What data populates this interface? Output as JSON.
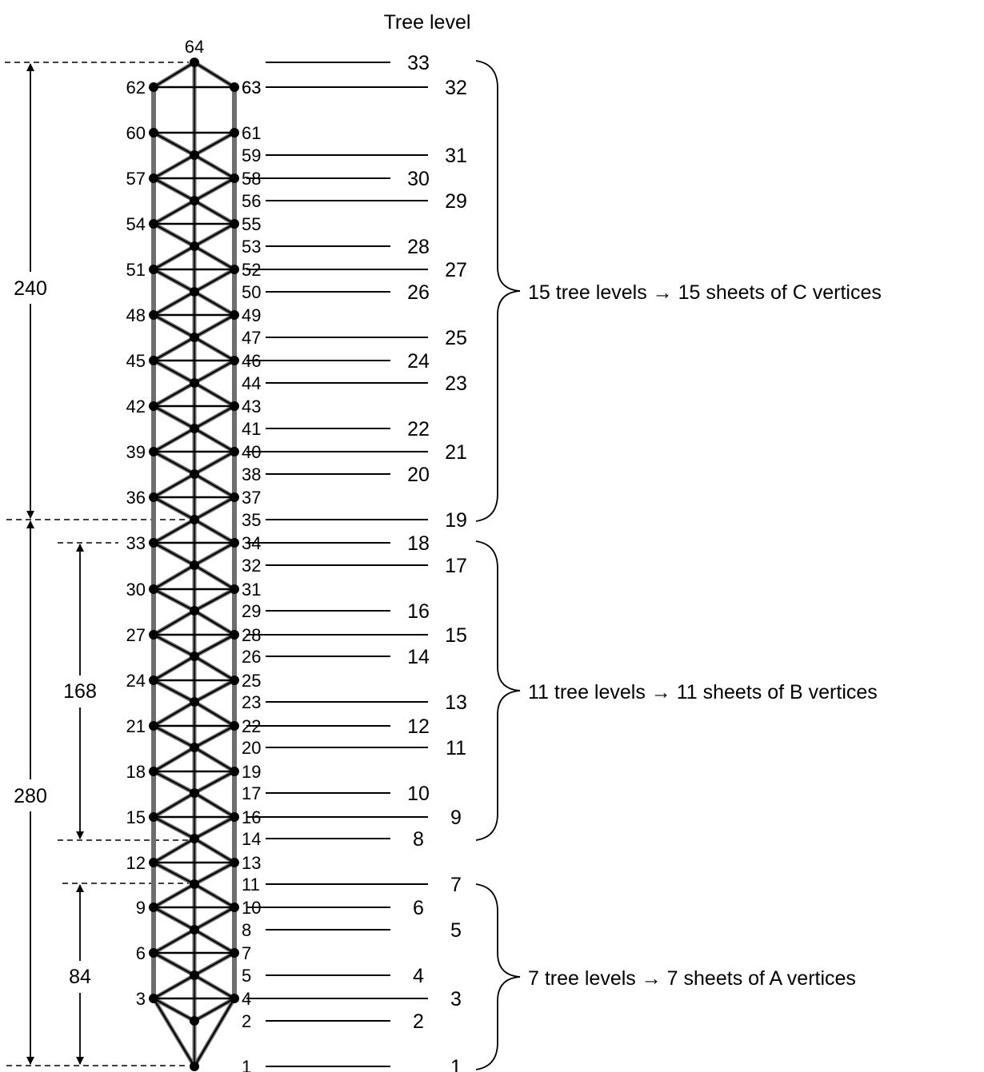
{
  "header": {
    "title": "Tree level"
  },
  "dimensions": {
    "d240": "240",
    "d280": "280",
    "d168": "168",
    "d84": "84"
  },
  "brace_labels": {
    "c": "15 tree levels → 15 sheets of C vertices",
    "b": "11 tree levels → 11 sheets of B vertices",
    "a": "7 tree levels → 7 sheets of A vertices"
  },
  "left_vertices": [
    "3",
    "6",
    "9",
    "12",
    "15",
    "18",
    "21",
    "24",
    "27",
    "30",
    "33",
    "36",
    "39",
    "42",
    "45",
    "48",
    "51",
    "54",
    "57",
    "60",
    "62"
  ],
  "right_vertices": [
    "4",
    "7",
    "10",
    "13",
    "16",
    "19",
    "22",
    "25",
    "28",
    "31",
    "34",
    "37",
    "40",
    "43",
    "46",
    "49",
    "52",
    "55",
    "58",
    "61",
    "63"
  ],
  "middle_vertices": [
    "1",
    "2",
    "5",
    "8",
    "11",
    "14",
    "17",
    "20",
    "23",
    "26",
    "29",
    "32",
    "35",
    "38",
    "41",
    "44",
    "47",
    "50",
    "53",
    "56",
    "59"
  ],
  "top_vertex": "64",
  "level_rows": [
    {
      "vertex": "1",
      "level": "1"
    },
    {
      "vertex": "2",
      "level": "2"
    },
    {
      "vertex": "4",
      "level": "3"
    },
    {
      "vertex": "5",
      "level": "4"
    },
    {
      "vertex": "8",
      "level": "5"
    },
    {
      "vertex": "10",
      "level": "6"
    },
    {
      "vertex": "11",
      "level": "7"
    },
    {
      "vertex": "14",
      "level": "8"
    },
    {
      "vertex": "16",
      "level": "9"
    },
    {
      "vertex": "17",
      "level": "10"
    },
    {
      "vertex": "20",
      "level": "11"
    },
    {
      "vertex": "22",
      "level": "12"
    },
    {
      "vertex": "23",
      "level": "13"
    },
    {
      "vertex": "26",
      "level": "14"
    },
    {
      "vertex": "28",
      "level": "15"
    },
    {
      "vertex": "29",
      "level": "16"
    },
    {
      "vertex": "32",
      "level": "17"
    },
    {
      "vertex": "34",
      "level": "18"
    },
    {
      "vertex": "35",
      "level": "19"
    },
    {
      "vertex": "38",
      "level": "20"
    },
    {
      "vertex": "40",
      "level": "21"
    },
    {
      "vertex": "41",
      "level": "22"
    },
    {
      "vertex": "44",
      "level": "23"
    },
    {
      "vertex": "46",
      "level": "24"
    },
    {
      "vertex": "47",
      "level": "25"
    },
    {
      "vertex": "50",
      "level": "26"
    },
    {
      "vertex": "52",
      "level": "27"
    },
    {
      "vertex": "53",
      "level": "28"
    },
    {
      "vertex": "56",
      "level": "29"
    },
    {
      "vertex": "58",
      "level": "30"
    },
    {
      "vertex": "59",
      "level": "31"
    },
    {
      "vertex": "63",
      "level": "32"
    },
    {
      "vertex": "",
      "level": "33"
    }
  ]
}
